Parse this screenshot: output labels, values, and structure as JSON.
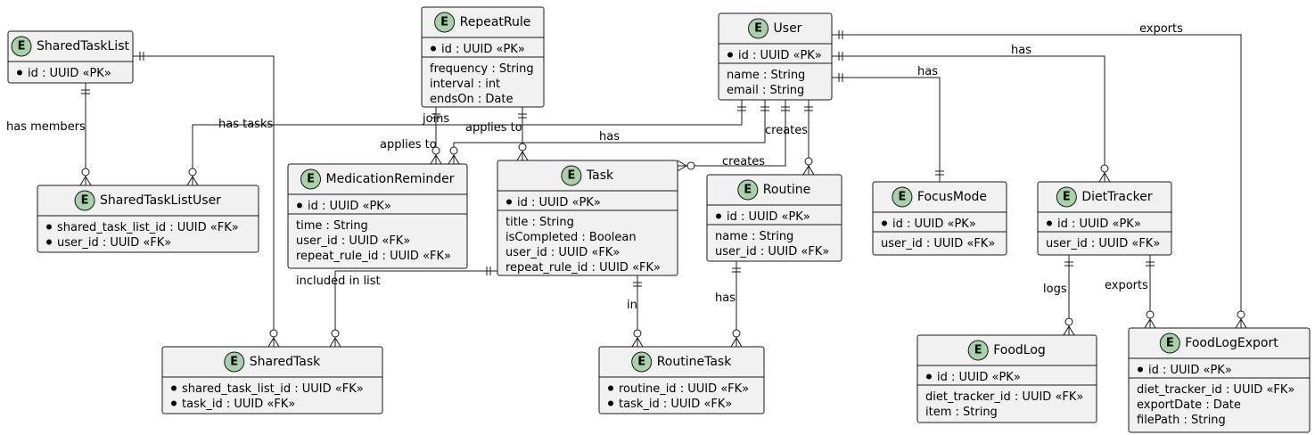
{
  "diagram": {
    "entities": {
      "SharedTaskList": {
        "name": "SharedTaskList",
        "keys": [
          "id : UUID «PK»"
        ],
        "attrs": []
      },
      "RepeatRule": {
        "name": "RepeatRule",
        "keys": [
          "id : UUID «PK»"
        ],
        "attrs": [
          "frequency : String",
          "interval : int",
          "endsOn : Date"
        ]
      },
      "User": {
        "name": "User",
        "keys": [
          "id : UUID «PK»"
        ],
        "attrs": [
          "name : String",
          "email : String"
        ]
      },
      "SharedTaskListUser": {
        "name": "SharedTaskListUser",
        "keys": [
          "shared_task_list_id : UUID «FK»",
          "user_id : UUID «FK»"
        ],
        "attrs": []
      },
      "MedicationReminder": {
        "name": "MedicationReminder",
        "keys": [
          "id : UUID «PK»"
        ],
        "attrs": [
          "time : String",
          "user_id : UUID «FK»",
          "repeat_rule_id : UUID «FK»"
        ]
      },
      "Task": {
        "name": "Task",
        "keys": [
          "id : UUID «PK»"
        ],
        "attrs": [
          "title : String",
          "isCompleted : Boolean",
          "user_id : UUID «FK»",
          "repeat_rule_id : UUID «FK»"
        ]
      },
      "Routine": {
        "name": "Routine",
        "keys": [
          "id : UUID «PK»"
        ],
        "attrs": [
          "name : String",
          "user_id : UUID «FK»"
        ]
      },
      "FocusMode": {
        "name": "FocusMode",
        "keys": [
          "id : UUID «PK»"
        ],
        "attrs": [
          "user_id : UUID «FK»"
        ]
      },
      "DietTracker": {
        "name": "DietTracker",
        "keys": [
          "id : UUID «PK»"
        ],
        "attrs": [
          "user_id : UUID «FK»"
        ]
      },
      "SharedTask": {
        "name": "SharedTask",
        "keys": [
          "shared_task_list_id : UUID «FK»",
          "task_id : UUID «FK»"
        ],
        "attrs": []
      },
      "RoutineTask": {
        "name": "RoutineTask",
        "keys": [
          "routine_id : UUID «FK»",
          "task_id : UUID «FK»"
        ],
        "attrs": []
      },
      "FoodLog": {
        "name": "FoodLog",
        "keys": [
          "id : UUID «PK»"
        ],
        "attrs": [
          "diet_tracker_id : UUID «FK»",
          "item : String"
        ]
      },
      "FoodLogExport": {
        "name": "FoodLogExport",
        "keys": [
          "id : UUID «PK»"
        ],
        "attrs": [
          "diet_tracker_id : UUID «FK»",
          "exportDate : Date",
          "filePath : String"
        ]
      }
    },
    "relationships": {
      "user_exports": "exports",
      "user_has_diet": "has",
      "user_has_focus": "has",
      "user_creates_routine": "creates",
      "user_creates_task": "creates",
      "user_has_med": "has",
      "list_has_members": "has members",
      "list_has_tasks": "has tasks",
      "user_joins": "joins",
      "rule_applies_med": "applies to",
      "rule_applies_task": "applies to",
      "task_included": "included in list",
      "task_in": "in",
      "routine_has": "has",
      "diet_logs": "logs",
      "diet_exports": "exports"
    }
  }
}
